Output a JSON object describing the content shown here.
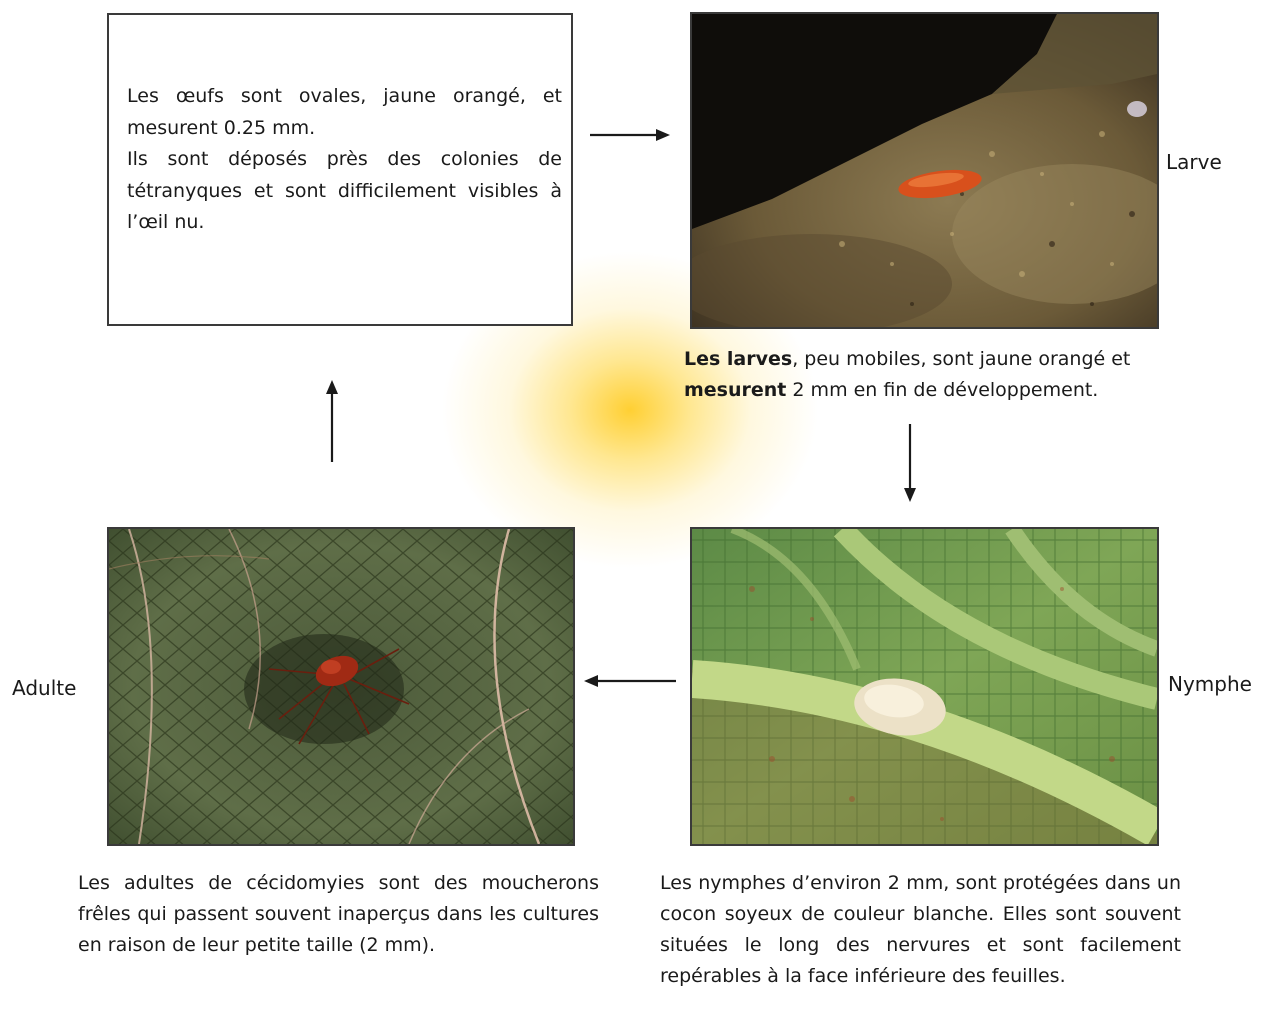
{
  "eggs": {
    "text_line1": "Les œufs sont ovales, jaune orangé, et mesurent 0.25 mm.",
    "text_line2": "Ils sont déposés près des colonies de tétranyques et sont difficilement visibles à l’œil nu."
  },
  "larva": {
    "label": "Larve",
    "caption_bold1": "Les larves",
    "caption_part1": ", peu mobiles, sont jaune orangé et",
    "caption_bold2": "mesurent",
    "caption_part2": " 2 mm en fin de développement."
  },
  "nymph": {
    "label": "Nymphe",
    "caption": "Les nymphes d’environ 2 mm, sont protégées dans un cocon soyeux de couleur blanche. Elles sont souvent situées le long des nervures et sont facilement repérables à la face inférieure des feuilles."
  },
  "adult": {
    "label": "Adulte",
    "caption": "Les adultes de cécidomyies sont des moucherons frêles qui passent souvent inaperçus dans les cultures en raison de leur petite taille (2 mm)."
  },
  "colors": {
    "glow": "#ffcd28",
    "frame": "#3a3a3a",
    "leaf_green": "#6f9a4a",
    "larva_orange": "#d8501c",
    "adult_red": "#a02a14"
  }
}
